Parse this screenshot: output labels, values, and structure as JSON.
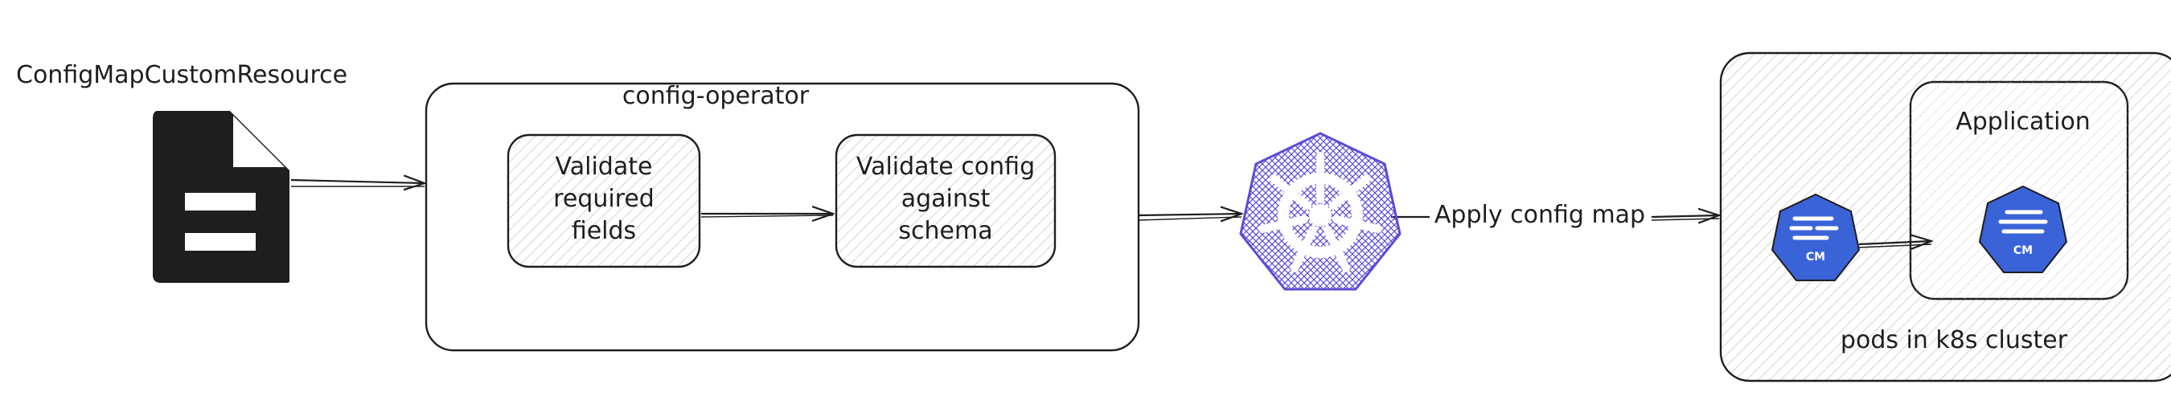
{
  "diagram": {
    "resource": {
      "label": "ConfigMapCustomResource",
      "icon": "document-icon"
    },
    "operator": {
      "label": "config-operator",
      "steps": [
        {
          "lines": [
            "Validate",
            "required",
            "fields"
          ]
        },
        {
          "lines": [
            "Validate config",
            "against",
            "schema"
          ]
        }
      ]
    },
    "kubernetes": {
      "icon": "kubernetes-helm-icon"
    },
    "edge_label": "Apply config map",
    "cluster": {
      "label": "pods in k8s cluster",
      "configmap_badge": "CM",
      "application": {
        "label": "Application",
        "configmap_badge": "CM"
      }
    }
  },
  "colors": {
    "stroke": "#1e1e1e",
    "hatch": "#c9c9c9",
    "kube_purple": "#5b4bd6",
    "kube_blue": "#3b63d8"
  }
}
